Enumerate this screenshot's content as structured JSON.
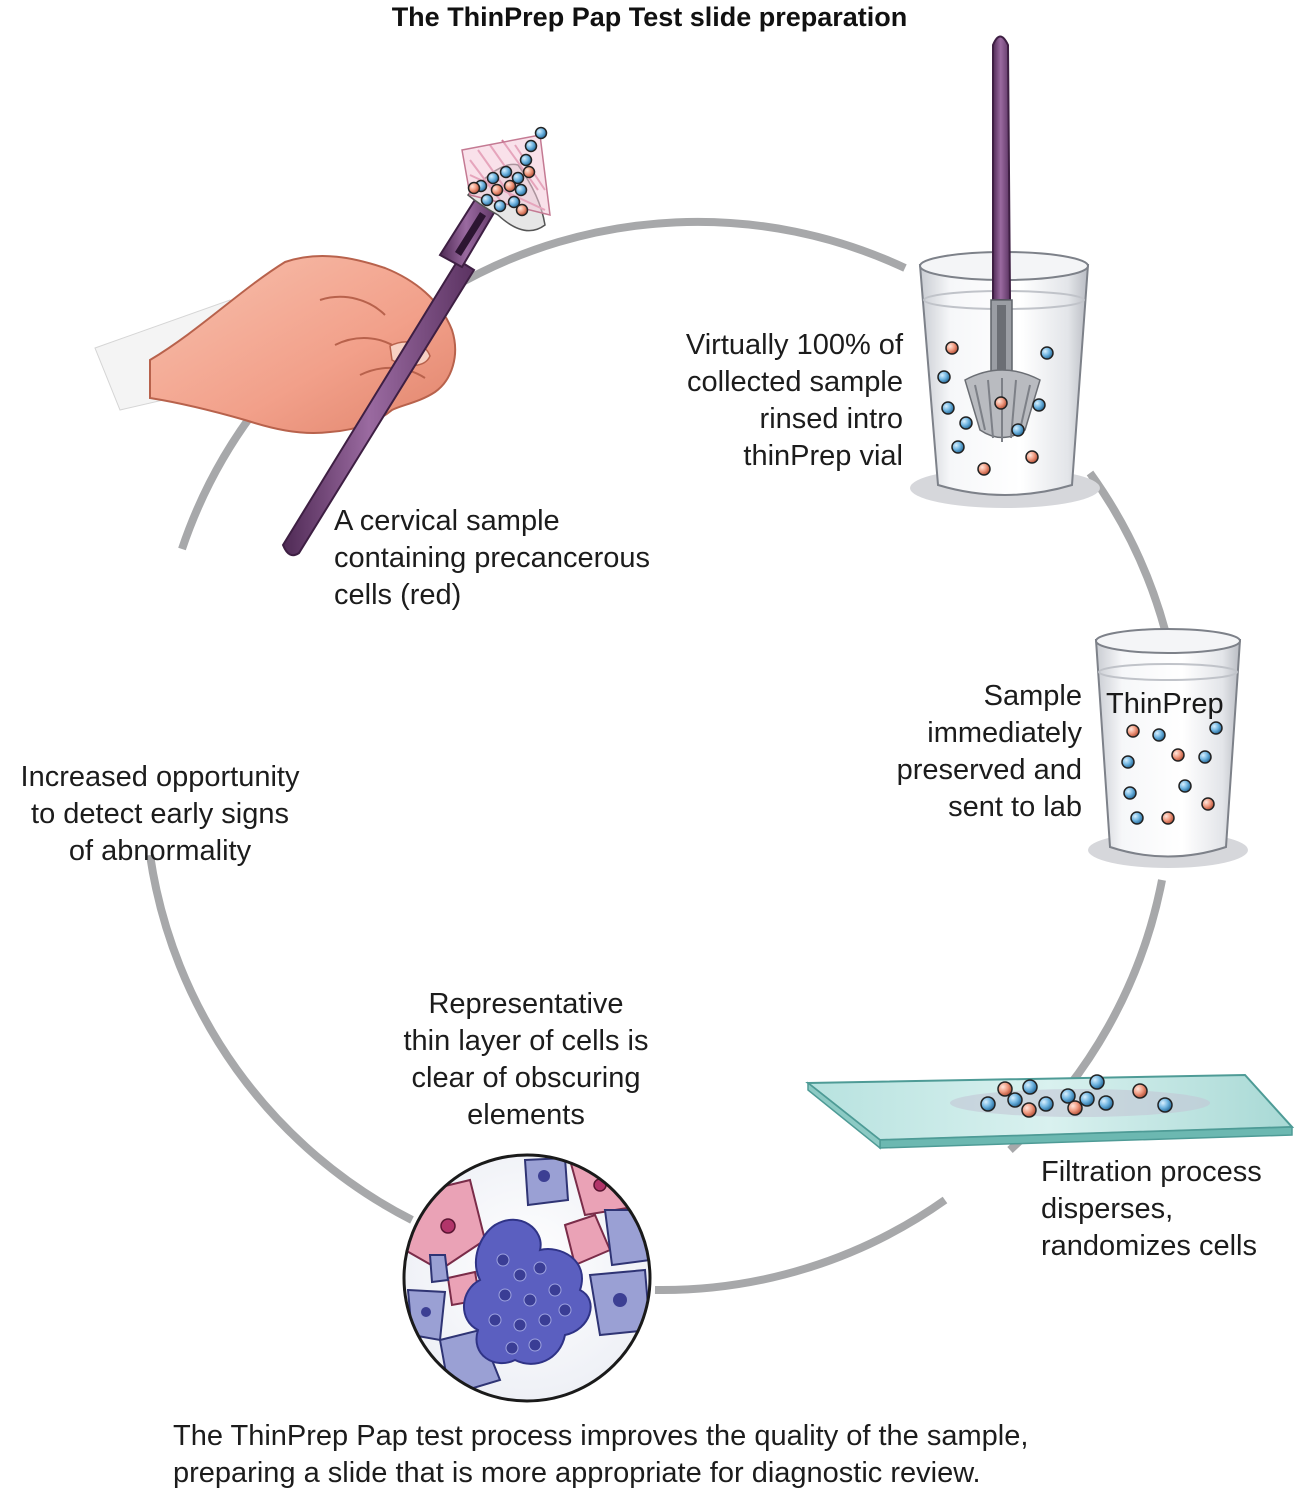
{
  "title": "The ThinPrep Pap Test slide preparation",
  "labels": {
    "cervical_sample": [
      "A cervical sample",
      "containing precancerous",
      "cells (red)"
    ],
    "rinsed": [
      "Virtually 100% of",
      "collected sample",
      "rinsed intro",
      "thinPrep vial"
    ],
    "preserved": [
      "Sample",
      "immediately",
      "preserved and",
      "sent to lab"
    ],
    "filtration": [
      "Filtration process",
      "disperses,",
      "randomizes cells"
    ],
    "thin_layer": [
      "Representative",
      "thin layer of cells is",
      "clear of obscuring",
      "elements"
    ],
    "opportunity": [
      "Increased opportunity",
      "to detect early signs",
      "of abnormality"
    ]
  },
  "vial_brand": "ThinPrep",
  "footer": [
    "The ThinPrep Pap test process improves the quality of the sample,",
    "preparing a slide that is more appropriate for diagnostic review."
  ],
  "colors": {
    "cycle_ring": "#a7a8aa",
    "normal_cell": "#3d8fc4",
    "abnormal_cell": "#e0765a",
    "brush_handle": "#7a4a7e",
    "skin": "#f2a58e",
    "micro_pink": "#e58fa6",
    "micro_blue": "#8f93c8",
    "micro_cluster": "#4c4fb0"
  }
}
